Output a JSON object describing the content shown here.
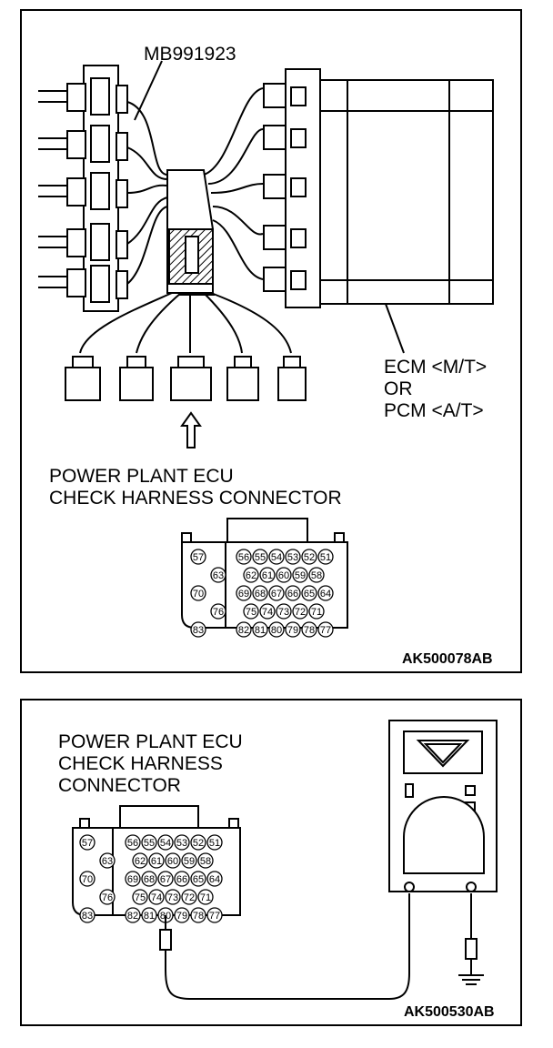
{
  "figure1": {
    "tool_label": "MB991923",
    "ecu_label": [
      "ECM <M/T>",
      "OR",
      "PCM <A/T>"
    ],
    "connector_label": [
      "POWER PLANT ECU",
      "CHECK HARNESS CONNECTOR"
    ],
    "figure_code": "AK500078AB",
    "connector_pins": {
      "row1_left": "57",
      "row1": [
        "56",
        "55",
        "54",
        "53",
        "52",
        "51"
      ],
      "row2_left": "63",
      "row2": [
        "62",
        "61",
        "60",
        "59",
        "58"
      ],
      "row3_left": "70",
      "row3": [
        "69",
        "68",
        "67",
        "66",
        "65",
        "64"
      ],
      "row4_left": "76",
      "row4": [
        "75",
        "74",
        "73",
        "72",
        "71"
      ],
      "row5_left": "83",
      "row5": [
        "82",
        "81",
        "80",
        "79",
        "78",
        "77"
      ]
    }
  },
  "figure2": {
    "connector_label": [
      "POWER PLANT ECU",
      "CHECK HARNESS",
      "CONNECTOR"
    ],
    "figure_code": "AK500530AB",
    "connector_pins": {
      "row1_left": "57",
      "row1": [
        "56",
        "55",
        "54",
        "53",
        "52",
        "51"
      ],
      "row2_left": "63",
      "row2": [
        "62",
        "61",
        "60",
        "59",
        "58"
      ],
      "row3_left": "70",
      "row3": [
        "69",
        "68",
        "67",
        "66",
        "65",
        "64"
      ],
      "row4_left": "76",
      "row4": [
        "75",
        "74",
        "73",
        "72",
        "71"
      ],
      "row5_left": "83",
      "row5": [
        "82",
        "81",
        "80",
        "79",
        "78",
        "77"
      ]
    }
  }
}
